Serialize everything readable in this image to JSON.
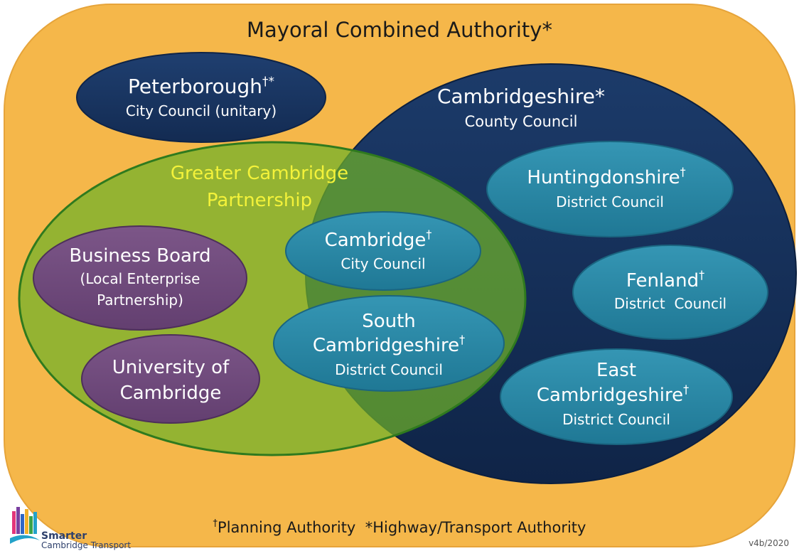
{
  "title": "Mayoral Combined Authority*",
  "colors": {
    "outer_fill": "#f5b74a",
    "county_fill": "#142f58",
    "gcp_fill": "#6aab28",
    "district_fill": "#2a8aa8",
    "purple_fill": "#6e4a7a",
    "gcp_text": "#f3f23a"
  },
  "peterborough": {
    "name": "Peterborough",
    "mark": "†*",
    "sub": "City Council (unitary)"
  },
  "cambridgeshire": {
    "name": "Cambridgeshire*",
    "sub": "County Council"
  },
  "gcp": {
    "line1": "Greater Cambridge",
    "line2": "Partnership"
  },
  "business_board": {
    "line1": "Business Board",
    "line2": "(Local Enterprise",
    "line3": "Partnership)"
  },
  "university": {
    "line1": "University of",
    "line2": "Cambridge"
  },
  "cambridge": {
    "name": "Cambridge",
    "mark": "†",
    "sub": "City Council"
  },
  "south_cambs": {
    "line1": "South",
    "name": "Cambridgeshire",
    "mark": "†",
    "sub": "District Council"
  },
  "huntingdonshire": {
    "name": "Huntingdonshire",
    "mark": "†",
    "sub": "District Council"
  },
  "fenland": {
    "name": "Fenland",
    "mark": "†",
    "sub": "District  Council"
  },
  "east_cambs": {
    "line1": "East",
    "name": "Cambridgeshire",
    "mark": "†",
    "sub": "District Council"
  },
  "footer": {
    "dagger": "†",
    "planning": "Planning Authority",
    "highway": "*Highway/Transport Authority"
  },
  "logo": {
    "line1": "Smarter",
    "line2": "Cambridge Transport"
  },
  "version": "v4b/2020"
}
